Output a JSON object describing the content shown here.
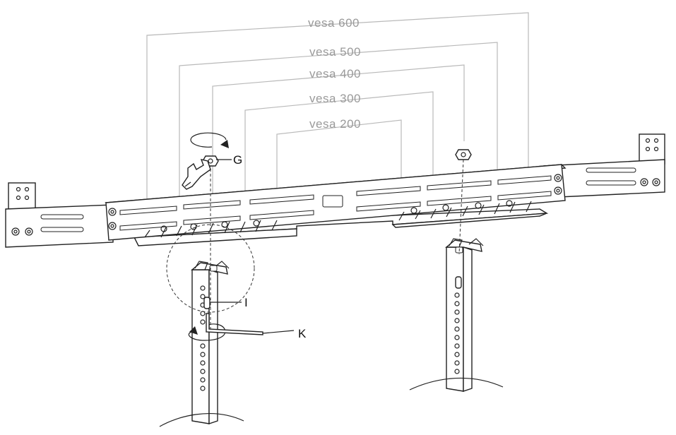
{
  "diagram": {
    "vesa_labels": [
      "vesa 200",
      "vesa 300",
      "vesa 400",
      "vesa 500",
      "vesa 600"
    ],
    "callouts": {
      "g": "G",
      "i": "I",
      "k": "K"
    }
  },
  "colors": {
    "line": "#222222",
    "dimension": "#b9b9b9",
    "label": "#9a9a9a",
    "background": "#ffffff"
  }
}
